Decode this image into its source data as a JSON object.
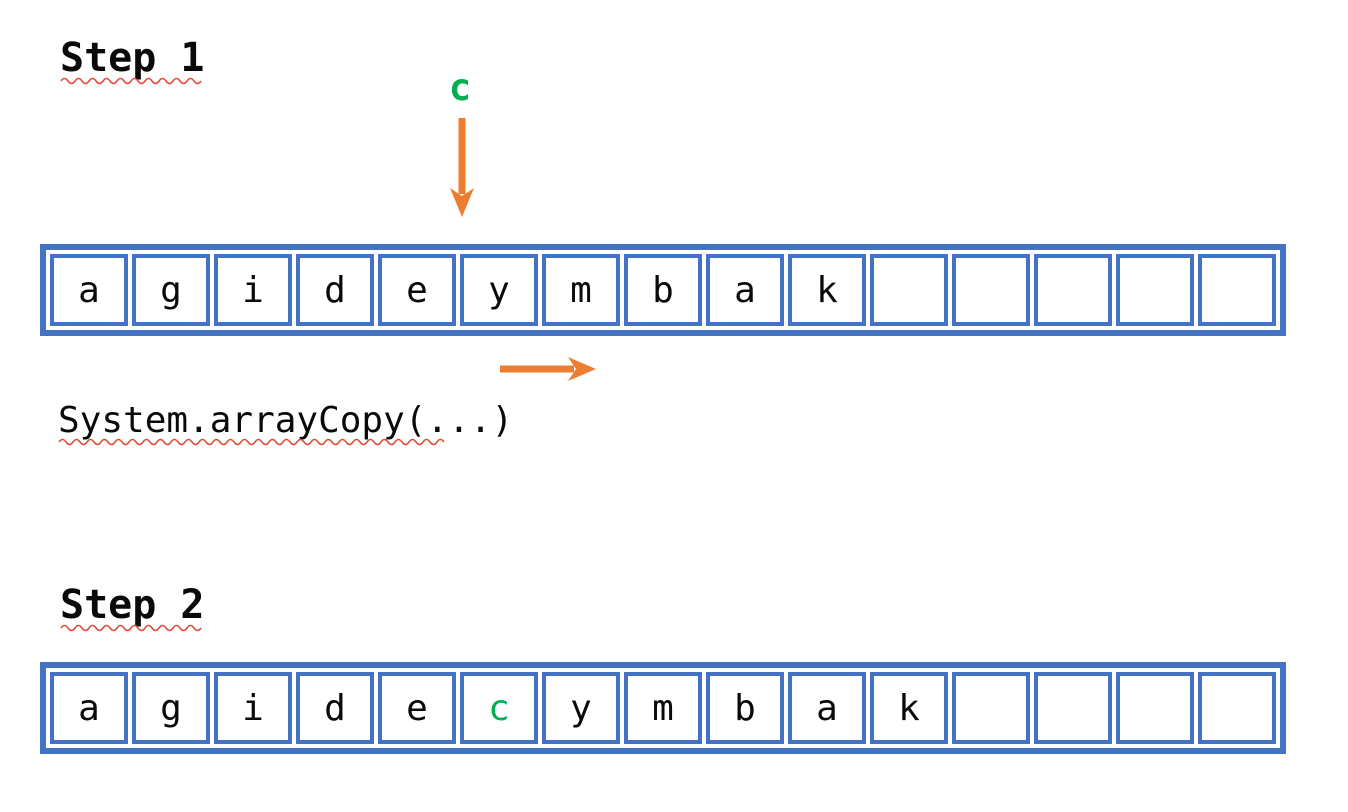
{
  "colors": {
    "accent_blue": "#4472C4",
    "accent_orange": "#ED7D31",
    "accent_green": "#00B050",
    "text": "#0a0a0a",
    "spellcheck_red": "#e04b3a"
  },
  "step1": {
    "title": "Step 1",
    "insert_label": "c",
    "cells": [
      "a",
      "g",
      "i",
      "d",
      "e",
      "y",
      "m",
      "b",
      "a",
      "k",
      "",
      "",
      "",
      "",
      ""
    ],
    "code_label": "System.arrayCopy(...)"
  },
  "step2": {
    "title": "Step 2",
    "cells": [
      "a",
      "g",
      "i",
      "d",
      "e",
      "c",
      "y",
      "m",
      "b",
      "a",
      "k",
      "",
      "",
      "",
      ""
    ],
    "highlight_index": 5
  }
}
